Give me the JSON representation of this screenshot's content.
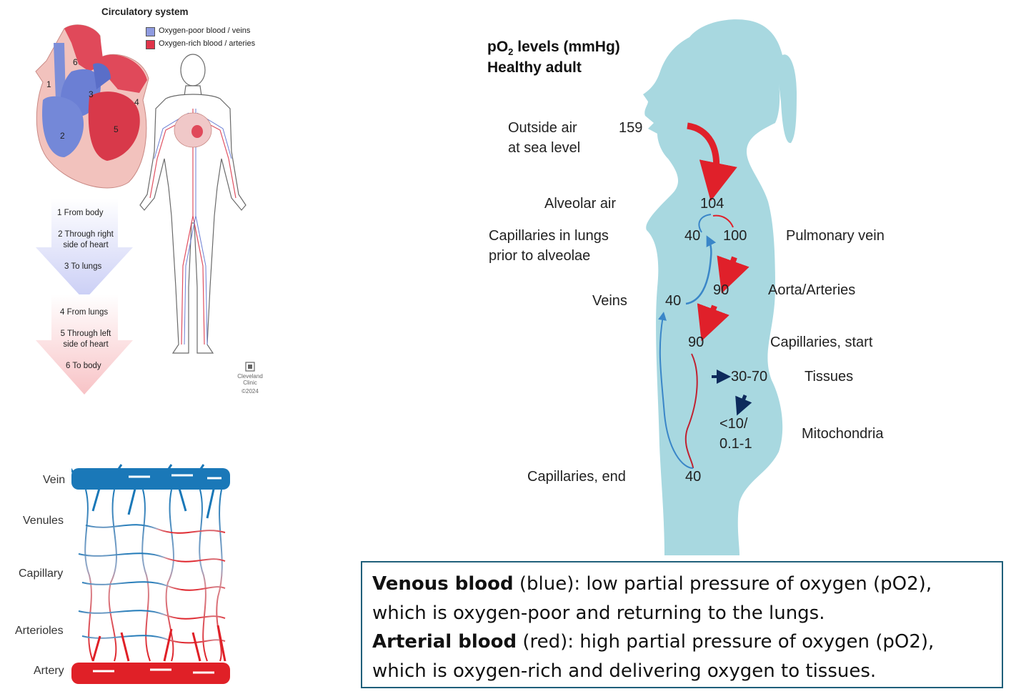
{
  "circulatory": {
    "title": "Circulatory system",
    "legend": [
      {
        "label": "Oxygen-poor blood / veins",
        "color": "#8f9be0"
      },
      {
        "label": "Oxygen-rich blood / arteries",
        "color": "#e0344a"
      }
    ],
    "heart_numbers": [
      "1",
      "2",
      "3",
      "4",
      "5",
      "6"
    ],
    "blue_steps": [
      "1 From body",
      "2 Through right\nside of heart",
      "3 To lungs"
    ],
    "red_steps": [
      "4 From lungs",
      "5 Through left\nside of heart",
      "6 To body"
    ],
    "credit": [
      "Cleveland",
      "Clinic",
      "©2024"
    ]
  },
  "capillary_bed": {
    "labels": [
      "Vein",
      "Venules",
      "Capillary",
      "Arterioles",
      "Artery"
    ],
    "colors": {
      "vein": "#1a78b8",
      "artery": "#e02027"
    }
  },
  "po2_diagram": {
    "heading_line1": "pO",
    "heading_sub": "2",
    "heading_rest": " levels (mmHg)",
    "heading_line2": "Healthy adult",
    "labels": {
      "outside_air_1": "Outside air",
      "outside_air_2": "at sea level",
      "outside_val": "159",
      "alveolar_air": "Alveolar air",
      "alveolar_val": "104",
      "cap_lungs_1": "Capillaries in lungs",
      "cap_lungs_2": "prior to alveolae",
      "cap_lungs_val": "40",
      "pulm_vein_val": "100",
      "pulm_vein": "Pulmonary vein",
      "veins": "Veins",
      "veins_val": "40",
      "aorta_val": "90",
      "aorta": "Aorta/Arteries",
      "cap_start_val": "90",
      "cap_start": "Capillaries, start",
      "tissues_val": "30-70",
      "tissues": "Tissues",
      "mito_val_1": "<10/",
      "mito_val_2": "0.1-1",
      "mito": "Mitochondria",
      "cap_end": "Capillaries, end",
      "cap_end_val": "40"
    },
    "colors": {
      "body": "#a8d8e0",
      "arrow_red": "#e0202a",
      "arrow_blue": "#3a86c8",
      "arrow_navy": "#0d2a5c"
    }
  },
  "info": {
    "venous_bold": "Venous blood",
    "venous_text": " (blue): low partial pressure of oxygen (pO2),",
    "venous_text2": "which is oxygen-poor and returning to the lungs.",
    "arterial_bold": "Arterial blood",
    "arterial_text": " (red): high partial pressure of oxygen (pO2),",
    "arterial_text2": "which is oxygen-rich and delivering oxygen to tissues."
  }
}
